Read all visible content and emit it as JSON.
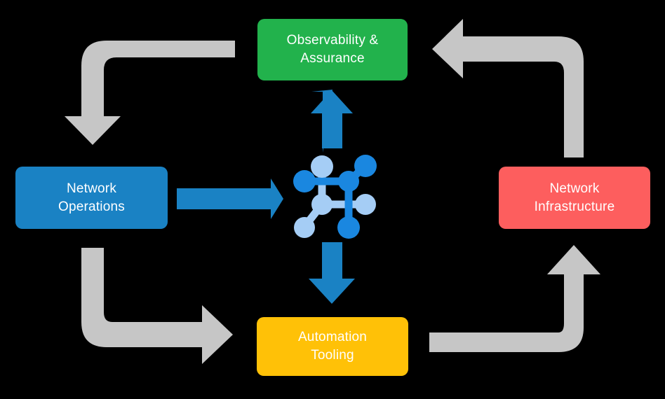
{
  "diagram": {
    "title": "Network automation lifecycle loop",
    "background_color": "#000000",
    "center_icon": {
      "name": "network-topology-icon",
      "primary_color": "#1a87e0",
      "secondary_color": "#a5cdf5"
    },
    "boxes": [
      {
        "id": "observability",
        "label_line1": "Observability &",
        "label_line2": "Assurance",
        "color": "#22b24c",
        "text_color": "#ffffff"
      },
      {
        "id": "operations",
        "label_line1": "Network",
        "label_line2": "Operations",
        "color": "#1a82c4",
        "text_color": "#ffffff"
      },
      {
        "id": "infrastructure",
        "label_line1": "Network",
        "label_line2": "Infrastructure",
        "color": "#fd5e5e",
        "text_color": "#ffffff"
      },
      {
        "id": "automation",
        "label_line1": "Automation",
        "label_line2": "Tooling",
        "color": "#ffc107",
        "text_color": "#ffffff"
      }
    ],
    "arrows": [
      {
        "id": "operations-to-center",
        "style": "straight",
        "direction": "right",
        "color": "#1a82c4"
      },
      {
        "id": "center-to-observability",
        "style": "straight",
        "direction": "up",
        "color": "#1a82c4"
      },
      {
        "id": "center-to-automation",
        "style": "straight",
        "direction": "down",
        "color": "#1a82c4"
      },
      {
        "id": "observability-to-operations",
        "style": "elbow",
        "direction": "down",
        "color": "#c6c6c6"
      },
      {
        "id": "infrastructure-to-observability",
        "style": "elbow",
        "direction": "left",
        "color": "#c6c6c6"
      },
      {
        "id": "operations-to-automation",
        "style": "elbow",
        "direction": "right",
        "color": "#c6c6c6"
      },
      {
        "id": "automation-to-infrastructure",
        "style": "elbow",
        "direction": "up",
        "color": "#c6c6c6"
      }
    ]
  }
}
